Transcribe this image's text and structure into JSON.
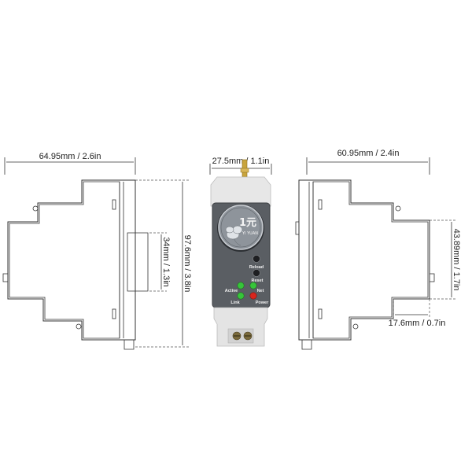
{
  "dimensions": {
    "left_width": "64.95mm / 2.6in",
    "center_width": "27.5mm / 1.1in",
    "right_width": "60.95mm / 2.4in",
    "total_height": "97.6mm / 3.8in",
    "left_inner_height": "34mm / 1.3in",
    "right_inner_height": "43.89mm / 1.7in",
    "right_depth": "17.6mm / 0.7in"
  },
  "device": {
    "coin_value": "1元",
    "coin_text": "YI YUAN",
    "labels": {
      "reload": "Reload",
      "reset": "Reset",
      "active": "Active",
      "net": "Net",
      "link": "Link",
      "power": "Power"
    },
    "colors": {
      "housing": "#e6e6e6",
      "panel": "#5a5e63",
      "led_green": "#37c43a",
      "led_red": "#d8261e",
      "antenna": "#c8a43c"
    }
  }
}
